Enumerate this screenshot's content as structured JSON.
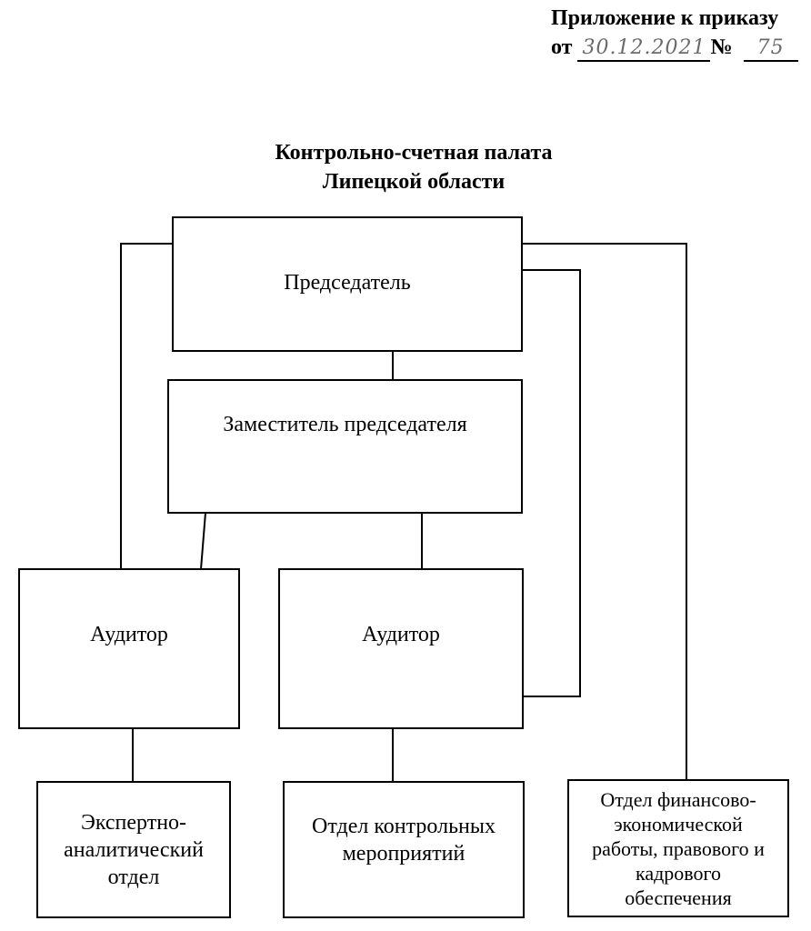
{
  "header": {
    "annex_label": "Приложение к приказу",
    "from_label": "от",
    "date_handwritten": "30.12.2021",
    "number_label": "№",
    "number_handwritten": "75"
  },
  "title": {
    "line1": "Контрольно-счетная палата",
    "line2": "Липецкой области"
  },
  "nodes": {
    "chairman": "Председатель",
    "deputy": "Заместитель председателя",
    "auditor_left": "Аудитор",
    "auditor_right": "Аудитор",
    "expert_dept": [
      "Экспертно-",
      "аналитический",
      "отдел"
    ],
    "control_dept": [
      "Отдел контрольных",
      "мероприятий"
    ],
    "finance_dept": [
      "Отдел финансово-",
      "экономической",
      "работы, правового и",
      "кадрового",
      "обеспечения"
    ]
  },
  "edges": [
    [
      "chairman",
      "deputy"
    ],
    [
      "chairman",
      "auditor_left"
    ],
    [
      "chairman",
      "auditor_right"
    ],
    [
      "chairman",
      "finance_dept"
    ],
    [
      "deputy",
      "auditor_left"
    ],
    [
      "deputy",
      "auditor_right"
    ],
    [
      "auditor_left",
      "expert_dept"
    ],
    [
      "auditor_right",
      "control_dept"
    ]
  ]
}
